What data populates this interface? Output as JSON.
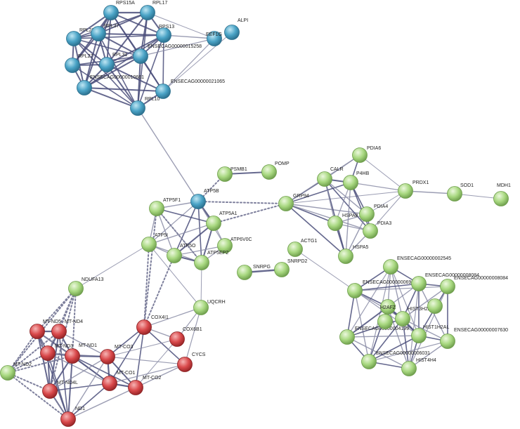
{
  "colors": {
    "cluster_blue": "#4aa3c6",
    "cluster_green": "#9fd07a",
    "cluster_red": "#d9494b",
    "edge": "#4a4e7a",
    "edge_light": "#8a8ca6",
    "edge_dotted": "#7d7f9c"
  },
  "nodes": [
    {
      "id": "RPS15A",
      "label": "RPS15A",
      "group": "blue"
    },
    {
      "id": "RPL17",
      "label": "RPL17",
      "group": "blue"
    },
    {
      "id": "ALPI",
      "label": "ALPI",
      "group": "blue"
    },
    {
      "id": "RPL22",
      "label": "RPL22",
      "group": "blue"
    },
    {
      "id": "RPL37",
      "label": "RPL37",
      "group": "blue"
    },
    {
      "id": "RPS13",
      "label": "RPS13",
      "group": "blue"
    },
    {
      "id": "EEF1G",
      "label": "EEF1G",
      "group": "blue"
    },
    {
      "id": "RPL27",
      "label": "RPL27",
      "group": "blue"
    },
    {
      "id": "RPL31",
      "label": "RPL31",
      "group": "blue"
    },
    {
      "id": "E15258",
      "label": "ENSECAG00000015258",
      "group": "blue"
    },
    {
      "id": "E10661",
      "label": "ENSECAG00000010661",
      "group": "blue"
    },
    {
      "id": "E21065",
      "label": "ENSECAG00000021065",
      "group": "blue"
    },
    {
      "id": "RPL10",
      "label": "RPL10",
      "group": "blue"
    },
    {
      "id": "ATP5B",
      "label": "ATP5B",
      "group": "blue"
    },
    {
      "id": "PSMB1",
      "label": "PSMB1",
      "group": "green"
    },
    {
      "id": "POMP",
      "label": "POMP",
      "group": "green"
    },
    {
      "id": "ATP5F1",
      "label": "ATP5F1",
      "group": "green"
    },
    {
      "id": "ATP5A1",
      "label": "ATP5A1",
      "group": "green"
    },
    {
      "id": "ATP5I",
      "label": "ATP5I",
      "group": "green"
    },
    {
      "id": "ATP6V0C",
      "label": "ATP6V0C",
      "group": "green"
    },
    {
      "id": "ATP5O",
      "label": "ATP5O",
      "group": "green"
    },
    {
      "id": "ATP5EP2",
      "label": "ATP5EP2",
      "group": "green"
    },
    {
      "id": "NDUFA13",
      "label": "NDUFA13",
      "group": "green"
    },
    {
      "id": "UQCRH",
      "label": "UQCRH",
      "group": "green"
    },
    {
      "id": "PDIA6",
      "label": "PDIA6",
      "group": "green"
    },
    {
      "id": "CALR",
      "label": "CALR",
      "group": "green"
    },
    {
      "id": "P4HB",
      "label": "P4HB",
      "group": "green"
    },
    {
      "id": "GRP94",
      "label": "GRP94",
      "group": "green"
    },
    {
      "id": "PRDX1",
      "label": "PRDX1",
      "group": "green"
    },
    {
      "id": "SOD1",
      "label": "SOD1",
      "group": "green"
    },
    {
      "id": "MDH1",
      "label": "MDH1",
      "group": "green"
    },
    {
      "id": "PDIA4",
      "label": "PDIA4",
      "group": "green"
    },
    {
      "id": "HSPA8",
      "label": "HSPA8",
      "group": "green"
    },
    {
      "id": "PDIA3",
      "label": "PDIA3",
      "group": "green"
    },
    {
      "id": "HSPA5",
      "label": "HSPA5",
      "group": "green"
    },
    {
      "id": "ACTG1",
      "label": "ACTG1",
      "group": "green"
    },
    {
      "id": "SNRPG",
      "label": "SNRPG",
      "group": "green"
    },
    {
      "id": "SNRPD2",
      "label": "SNRPD2",
      "group": "green"
    },
    {
      "id": "E2545",
      "label": "ENSECAG00000002545",
      "group": "green"
    },
    {
      "id": "E6904",
      "label": "ENSECAG00000006904",
      "group": "green"
    },
    {
      "id": "E8084",
      "label": "ENSECAG00000008084",
      "group": "green"
    },
    {
      "id": "E8084b",
      "label": "ENSECAG00000008084",
      "group": "green"
    },
    {
      "id": "H2AFZ",
      "label": "H2AFZ",
      "group": "green"
    },
    {
      "id": "HIST3H2A",
      "label": "HIST3H2A",
      "group": "green"
    },
    {
      "id": "E4199",
      "label": "ENSECAG00000004199",
      "group": "green"
    },
    {
      "id": "HIST1H2AL",
      "label": "HIST1H2AL",
      "group": "green"
    },
    {
      "id": "E7630",
      "label": "ENSECAG00000007630",
      "group": "green"
    },
    {
      "id": "E6031",
      "label": "ENSECAG00000006031",
      "group": "green"
    },
    {
      "id": "HIST4",
      "label": "HIST4H4",
      "group": "green"
    },
    {
      "id": "H2Aextra",
      "label": "",
      "group": "green"
    },
    {
      "id": "HISTlow",
      "label": "",
      "group": "green"
    },
    {
      "id": "MTND5",
      "label": "MT-ND5",
      "group": "red"
    },
    {
      "id": "MTND4",
      "label": "MT-ND4",
      "group": "red"
    },
    {
      "id": "MTND3",
      "label": "MT-ND3",
      "group": "red"
    },
    {
      "id": "MTND1",
      "label": "MT-ND1",
      "group": "red"
    },
    {
      "id": "MTND2",
      "label": "MT-ND2",
      "group": "green"
    },
    {
      "id": "MTND4L",
      "label": "MT-ND4L",
      "group": "red"
    },
    {
      "id": "ND1",
      "label": "ND1",
      "group": "red"
    },
    {
      "id": "COX4I1",
      "label": "COX4I1",
      "group": "red"
    },
    {
      "id": "COX6B1",
      "label": "COX6B1",
      "group": "red"
    },
    {
      "id": "CYCS",
      "label": "CYCS",
      "group": "red"
    },
    {
      "id": "MTCO3",
      "label": "MT-CO3",
      "group": "red"
    },
    {
      "id": "MTCO1",
      "label": "MT-CO1",
      "group": "red"
    },
    {
      "id": "MTCO2",
      "label": "MT-CO2",
      "group": "red"
    }
  ]
}
